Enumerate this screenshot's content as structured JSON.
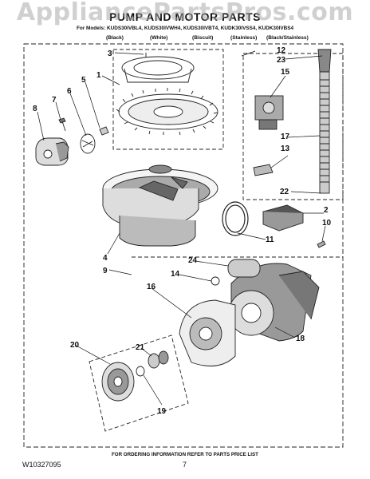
{
  "watermark": "AppliancePartsPros.com",
  "title": "PUMP AND MOTOR PARTS",
  "models_line": "For Models: KUDS30IVBL4, KUDS30IVWH4, KUDS30IVBT4, KUDK30IVSS4, KUDK30IVBS4",
  "finishes": [
    "(Black)",
    "(White)",
    "(Biscuit)",
    "(Stainless)",
    "(Black/Stainless)"
  ],
  "callouts": {
    "c1": "1",
    "c2": "2",
    "c3": "3",
    "c4": "4",
    "c5": "5",
    "c6": "6",
    "c7": "7",
    "c8": "8",
    "c9": "9",
    "c10": "10",
    "c11": "11",
    "c12": "12",
    "c13": "13",
    "c14": "14",
    "c15": "15",
    "c16": "16",
    "c17": "17",
    "c18": "18",
    "c19": "19",
    "c20": "20",
    "c21": "21",
    "c22": "22",
    "c23": "23",
    "c24": "24"
  },
  "footer": "FOR ORDERING INFORMATION REFER TO PARTS PRICE LIST",
  "doc_number": "W10327095",
  "page_number": "7"
}
